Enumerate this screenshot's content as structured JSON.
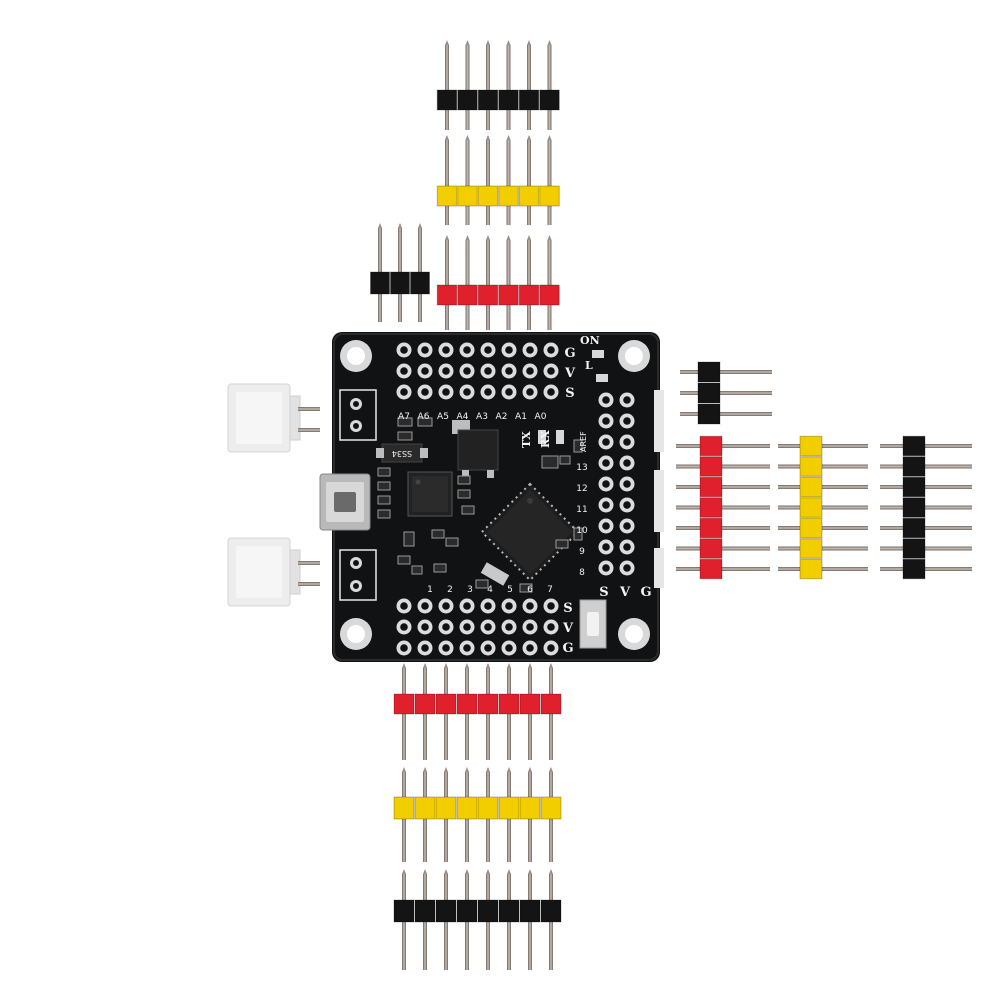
{
  "colors": {
    "background": "#ffffff",
    "board": "#111214",
    "header_black": "#141414",
    "header_yellow": "#f2cd00",
    "header_red": "#e0202c",
    "pin_metal": "#9a8f86",
    "connector_white": "#ececec"
  },
  "board": {
    "labels": {
      "analog": [
        "A7",
        "A6",
        "A5",
        "A4",
        "A3",
        "A2",
        "A1",
        "A0"
      ],
      "aref": "AREF",
      "digital_right": [
        "13",
        "12",
        "11",
        "10",
        "9",
        "8"
      ],
      "digital_bottom": [
        "1",
        "2",
        "3",
        "4",
        "5",
        "6",
        "7"
      ],
      "top_svg": [
        "G",
        "V",
        "S"
      ],
      "bottom_svg": [
        "S",
        "V",
        "G"
      ],
      "right_svg": [
        "S",
        "V",
        "G"
      ],
      "led_on": "ON",
      "led_l": "L",
      "led_tx": "TX",
      "led_rx": "RX",
      "diode": "SS34"
    }
  }
}
